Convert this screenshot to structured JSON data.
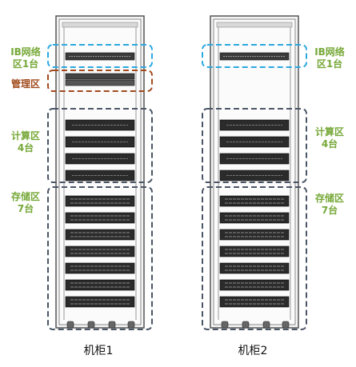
{
  "colors": {
    "ib_border": "#2ba8e0",
    "mgmt_border": "#a14a1e",
    "zone_border": "#4a5566",
    "label_green": "#76a838",
    "rack_frame": "#555555",
    "server_dark": "#2b2b2b"
  },
  "labels": {
    "ib_zone_1": "IB网络\n区1台",
    "mgmt_zone": "管理区",
    "compute_zone_1": "计算区\n4台",
    "storage_zone_1": "存储区\n7台",
    "ib_zone_2": "IB网络\n区1台",
    "compute_zone_2": "计算区\n4台",
    "storage_zone_2": "存储区\n7台"
  },
  "racks": [
    {
      "caption": "机柜1",
      "has_mgmt": true,
      "compute_count": 4,
      "storage_count": 7
    },
    {
      "caption": "机柜2",
      "has_mgmt": false,
      "compute_count": 4,
      "storage_count": 7
    }
  ]
}
